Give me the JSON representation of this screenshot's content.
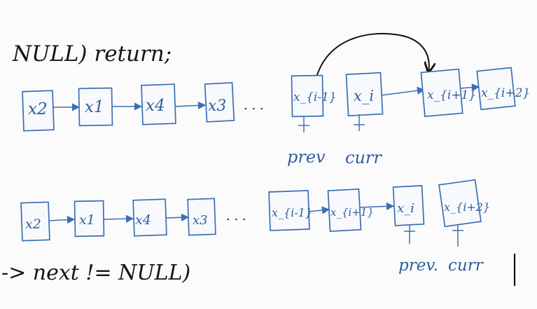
{
  "header": {
    "condition_text": "NULL) return;"
  },
  "row1": {
    "nodes": [
      "x2",
      "x1",
      "x4",
      "x3",
      "x_{i-1}",
      "x_i",
      "x_{i+1}",
      "x_{i+2}"
    ],
    "ellipsis": ". . .",
    "prev_label": "prev",
    "curr_label": "curr"
  },
  "row2": {
    "nodes": [
      "x2",
      "x1",
      "x4",
      "x3",
      "x_{i-1}",
      "x_{i+1}",
      "x_i",
      "x_{i+2}"
    ],
    "ellipsis": ". . .",
    "prev_label": "prev.",
    "curr_label": "curr"
  },
  "footer": {
    "loop_condition": "-> next != NULL)"
  },
  "colors": {
    "ink": "#151515",
    "marker_blue": "#3b6fb3"
  }
}
